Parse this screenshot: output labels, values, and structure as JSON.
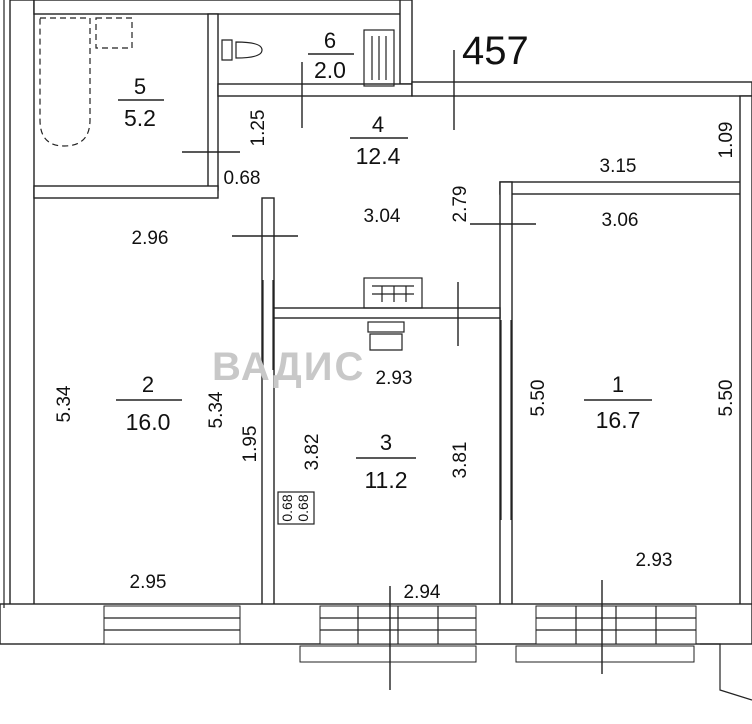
{
  "plan": {
    "apartment_number": "457",
    "watermark": "ВАДИС",
    "rooms": [
      {
        "id": "r1",
        "number": "1",
        "area": "16.7"
      },
      {
        "id": "r2",
        "number": "2",
        "area": "16.0"
      },
      {
        "id": "r3",
        "number": "3",
        "area": "11.2"
      },
      {
        "id": "r4",
        "number": "4",
        "area": "12.4"
      },
      {
        "id": "r5",
        "number": "5",
        "area": "5.2"
      },
      {
        "id": "r6",
        "number": "6",
        "area": "2.0"
      }
    ],
    "dimensions": {
      "r2_top": "2.96",
      "r2_bottom": "2.95",
      "r2_left": "5.34",
      "r2_right": "5.34",
      "r2_door": "1.95",
      "r3_top": "2.93",
      "r3_bottom": "2.94",
      "r3_left": "3.82",
      "r3_right": "3.81",
      "r3_niche_a": "0.68",
      "r3_niche_b": "0.68",
      "r4_width": "3.04",
      "r4_height": "2.79",
      "r4_top": "1.25",
      "r4_step": "0.68",
      "r4_ext_right": "3.15",
      "r4_ext_height": "1.09",
      "r1_top": "3.06",
      "r1_bottom": "2.93",
      "r1_left": "5.50",
      "r1_right": "5.50"
    }
  }
}
